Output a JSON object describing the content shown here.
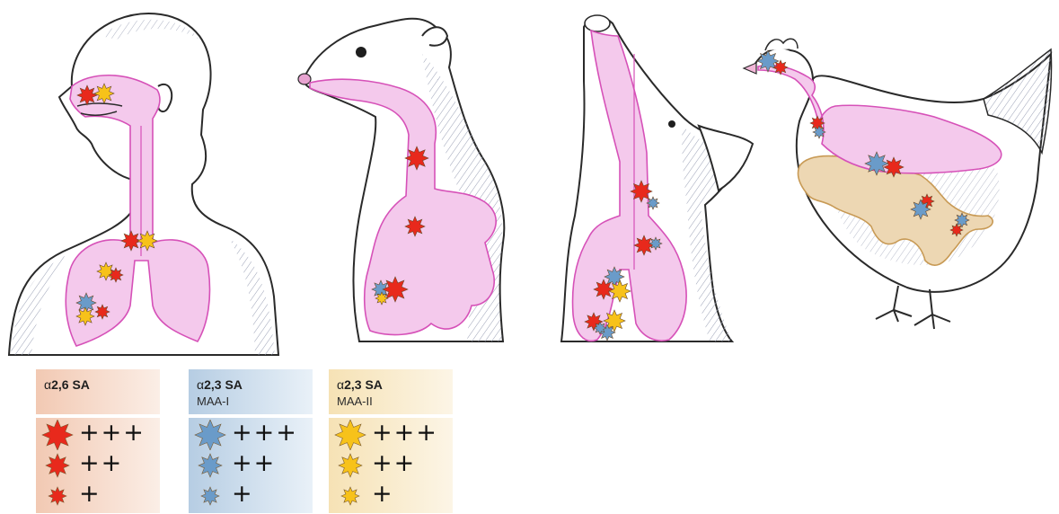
{
  "figure": {
    "organisms": [
      {
        "name": "human-head-and-chest"
      },
      {
        "name": "ferret"
      },
      {
        "name": "pig"
      },
      {
        "name": "chicken"
      }
    ]
  },
  "legend": [
    {
      "alpha": "α",
      "title": "2,6 SA",
      "subtitle": "",
      "star_color": "#e8291c",
      "gradient": [
        "#f2c9b3",
        "#fbeee6"
      ],
      "levels": [
        "+++",
        "++",
        "+"
      ]
    },
    {
      "alpha": "α",
      "title": "2,3 SA",
      "subtitle": "MAA-I",
      "star_color": "#6a9bc9",
      "gradient": [
        "#b6cde3",
        "#e9f1f8"
      ],
      "levels": [
        "+++",
        "++",
        "+"
      ]
    },
    {
      "alpha": "α",
      "title": "2,3 SA",
      "subtitle": "MAA-II",
      "star_color": "#f7c21a",
      "gradient": [
        "#f6e2b5",
        "#fcf5e6"
      ],
      "levels": [
        "+++",
        "++",
        "+"
      ]
    }
  ],
  "colors": {
    "tract_fill": "#f4c9ec",
    "tract_stroke": "#d651b8",
    "gut_fill": "#edd7b3",
    "gut_stroke": "#c89a55",
    "outline": "#2a2a2a"
  }
}
